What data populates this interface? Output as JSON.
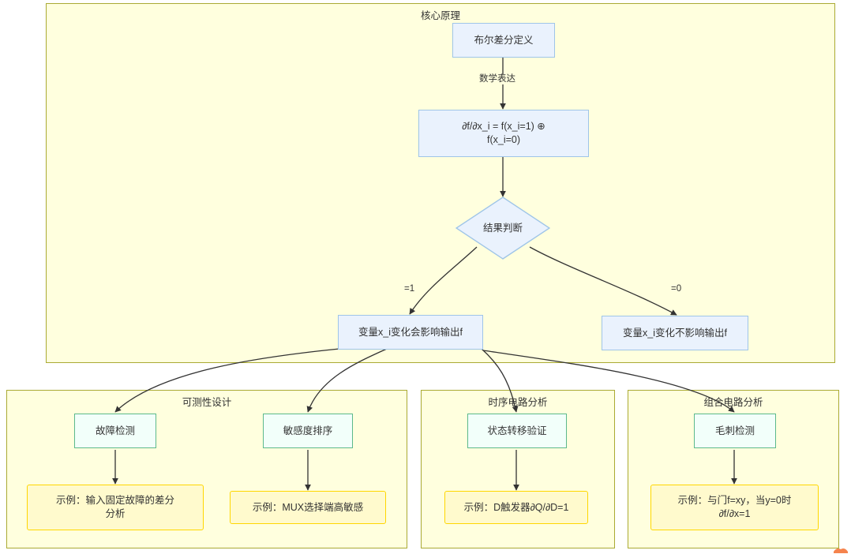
{
  "diagram": {
    "type": "flowchart",
    "title_clusters": [
      "核心原理",
      "可测性设计",
      "时序电路分析",
      "组合电路分析"
    ],
    "clusters": {
      "core": {
        "label": "核心原理"
      },
      "dft": {
        "label": "可测性设计"
      },
      "seq": {
        "label": "时序电路分析"
      },
      "comb": {
        "label": "组合电路分析"
      }
    },
    "nodes": {
      "definition": "布尔差分定义",
      "formula_line1": "∂f/∂x_i = f(x_i=1) ⊕",
      "formula_line2": "f(x_i=0)",
      "decision": "结果判断",
      "affect_yes": "变量x_i变化会影响输出f",
      "affect_no": "变量x_i变化不影响输出f",
      "fault_detect": "故障检测",
      "sensitivity_rank": "敏感度排序",
      "state_transition": "状态转移验证",
      "glitch_detect": "毛刺检测",
      "example_fault_line1": "示例：输入固定故障的差分",
      "example_fault_line2": "分析",
      "example_mux": "示例：MUX选择端高敏感",
      "example_dff": "示例：D触发器∂Q/∂D=1",
      "example_and_line1": "示例：与门f=xy，当y=0时",
      "example_and_line2": "∂f/∂x=1"
    },
    "edge_labels": {
      "math_expression": "数学表达",
      "result_one": "=1",
      "result_zero": "=0"
    },
    "colors": {
      "cluster_fill": "#ffffde",
      "cluster_stroke": "#aaaa33",
      "blue_node_fill": "#eaf2fd",
      "blue_node_stroke": "#9fc5e8",
      "green_node_fill": "#f2fffa",
      "green_node_stroke": "#5cb98b",
      "yellow_node_fill": "#fffacd",
      "yellow_node_stroke": "#ffd700",
      "edge_stroke": "#333333",
      "page_background": "#ffffff"
    }
  }
}
